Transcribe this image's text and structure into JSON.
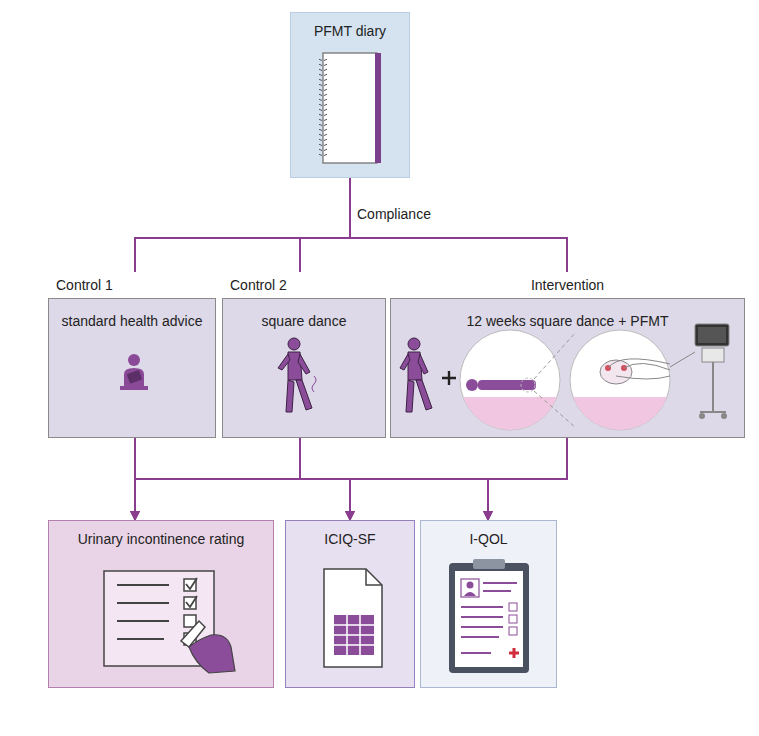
{
  "diagram": {
    "nodes": [
      {
        "text": [
          "PFMT diary"
        ]
      },
      {
        "text": [
          "Control 1",
          "standard health advice"
        ]
      },
      {
        "text": [
          "Control 2",
          "square dance"
        ]
      },
      {
        "text": [
          "Intervention",
          "12 weeks square dance + PFMT"
        ]
      },
      {
        "text": [
          "Urinary incontinence rating"
        ]
      },
      {
        "text": [
          "ICIQ-SF"
        ]
      },
      {
        "text": [
          "I-QOL"
        ]
      }
    ],
    "edges": [
      {
        "from": 0,
        "to": 1,
        "arrow": "none"
      },
      {
        "from": 0,
        "to": 2,
        "arrow": "none"
      },
      {
        "from": 0,
        "to": 3,
        "arrow": "none"
      },
      {
        "from": 1,
        "to": 4,
        "arrow": "to"
      },
      {
        "from": 1,
        "to": 5,
        "arrow": "to"
      },
      {
        "from": 1,
        "to": 6,
        "arrow": "to"
      },
      {
        "from": 2,
        "to": 4,
        "arrow": "to"
      },
      {
        "from": 2,
        "to": 5,
        "arrow": "to"
      },
      {
        "from": 2,
        "to": 6,
        "arrow": "to"
      },
      {
        "from": 3,
        "to": 4,
        "arrow": "to"
      },
      {
        "from": 3,
        "to": 5,
        "arrow": "to"
      },
      {
        "from": 3,
        "to": 6,
        "arrow": "to"
      }
    ],
    "labels": [
      "Compliance"
    ]
  }
}
